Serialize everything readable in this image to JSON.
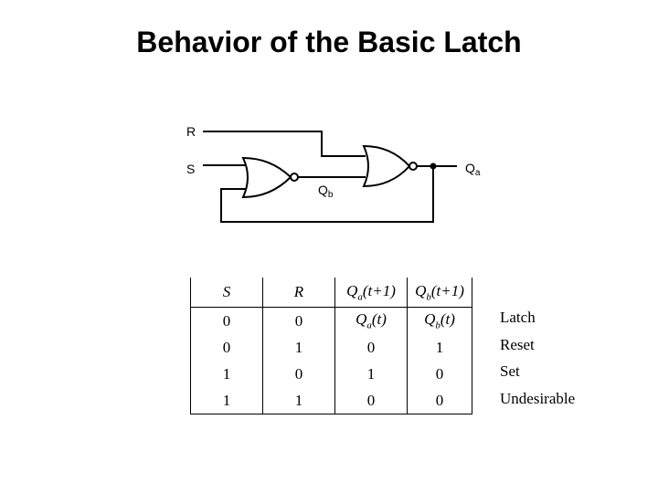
{
  "title": "Behavior of the Basic Latch",
  "circuit": {
    "input_r": "R",
    "input_s": "S",
    "output_qa": "Q",
    "output_qa_sub": "a",
    "output_qb": "Q",
    "output_qb_sub": "b"
  },
  "table": {
    "headers": [
      "S",
      "R",
      "Qa(t+1)",
      "Qb(t+1)"
    ],
    "rows": [
      [
        "0",
        "0",
        "Qa(t)",
        "Qb(t)"
      ],
      [
        "0",
        "1",
        "0",
        "1"
      ],
      [
        "1",
        "0",
        "1",
        "0"
      ],
      [
        "1",
        "1",
        "0",
        "0"
      ]
    ],
    "states": [
      "Latch",
      "Reset",
      "Set",
      "Undesirable"
    ]
  }
}
